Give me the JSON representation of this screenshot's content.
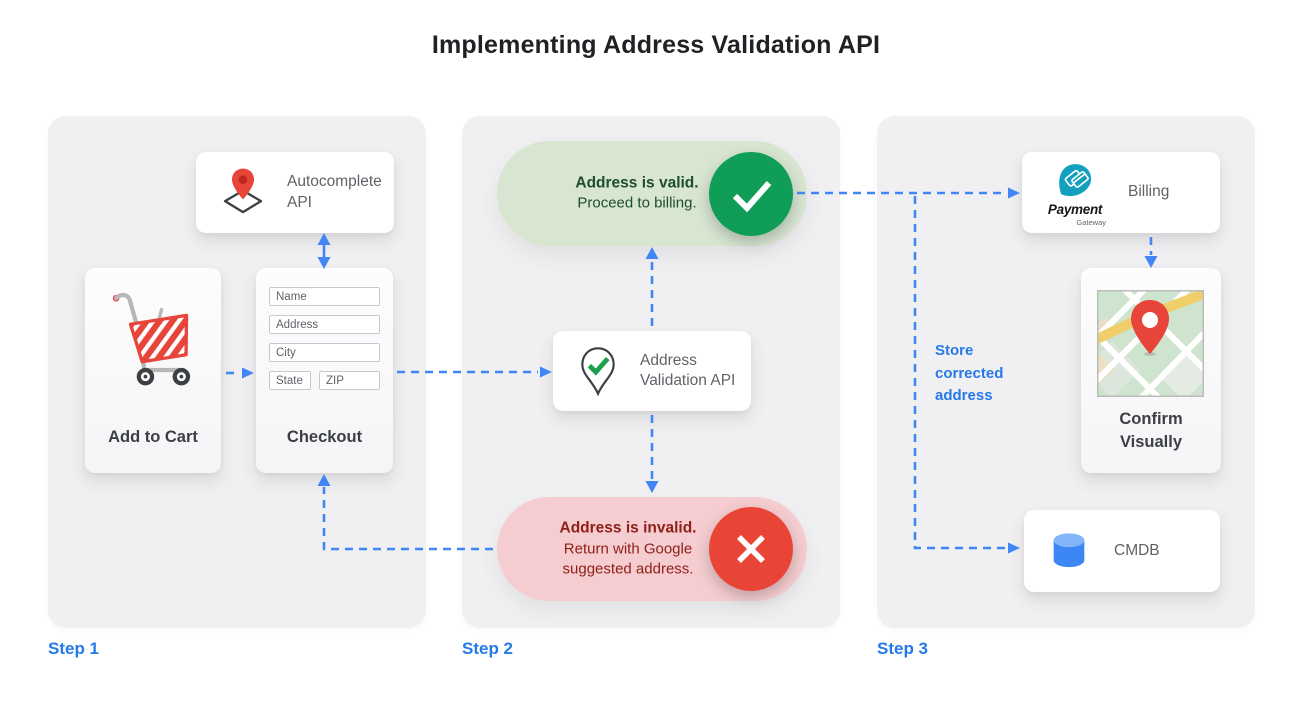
{
  "title": "Implementing Address Validation API",
  "colors": {
    "arrow_blue": "#4285f4",
    "step_label_blue": "#2579e8",
    "valid_circle_green": "#0f9d58",
    "valid_pill_bg": "#d7e5d1",
    "invalid_circle_red": "#e94537",
    "invalid_pill_bg": "#f5cdd0",
    "panel_bg": "#f0f0f2"
  },
  "step1": {
    "label": "Step 1",
    "autocomplete": {
      "label": "Autocomplete API",
      "icon": "map-pin-diamond-icon"
    },
    "cart": {
      "label": "Add to Cart",
      "icon": "shopping-cart-icon"
    },
    "checkout": {
      "label": "Checkout",
      "fields": [
        "Name",
        "Address",
        "City",
        "State",
        "ZIP"
      ]
    }
  },
  "step2": {
    "label": "Step 2",
    "valid_pill": {
      "title": "Address is valid.",
      "subtitle": "Proceed to billing.",
      "icon": "check-circle-icon"
    },
    "validation": {
      "label": "Address Validation API",
      "icon": "map-pin-check-icon"
    },
    "invalid_pill": {
      "title": "Address is invalid.",
      "subtitle": "Return with Google suggested address.",
      "icon": "x-circle-icon"
    }
  },
  "step3": {
    "label": "Step 3",
    "billing": {
      "label": "Billing",
      "logo_title": "Payment",
      "logo_subtitle": "Gateway",
      "icon": "payment-gateway-logo"
    },
    "confirm": {
      "label": "Confirm Visually",
      "icon": "map-thumbnail"
    },
    "cmdb": {
      "label": "CMDB",
      "icon": "database-icon"
    },
    "store_note": "Store corrected address"
  }
}
